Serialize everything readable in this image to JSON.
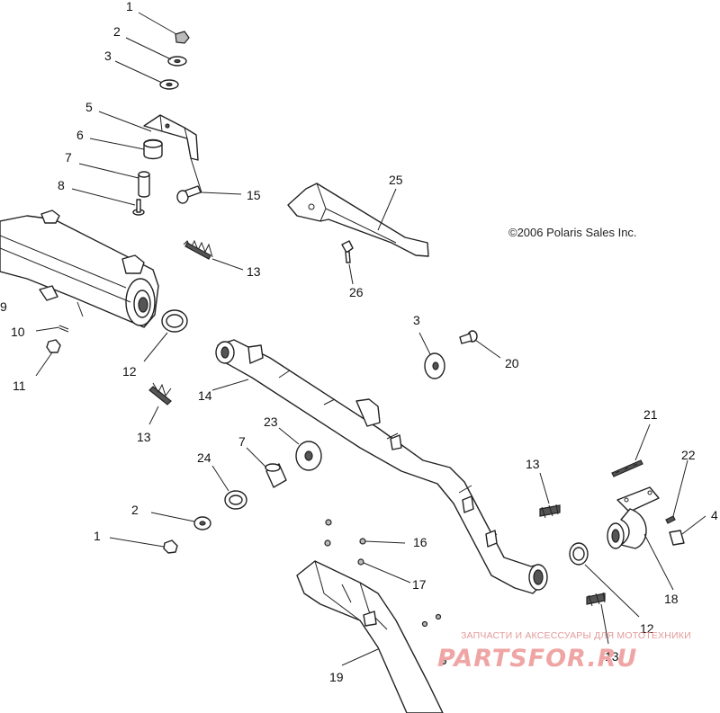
{
  "copyright": "©2006 Polaris Sales Inc.",
  "watermark": {
    "tagline": "ЗАПЧАСТИ И АКСЕССУАРЫ ДЛЯ МОТОТЕХНИКИ",
    "brand": "PARTSFOR.RU"
  },
  "callouts": {
    "c1a": "1",
    "c2a": "2",
    "c3a": "3",
    "c5": "5",
    "c6": "6",
    "c7a": "7",
    "c8": "8",
    "c15": "15",
    "c25": "25",
    "c9": "9",
    "c13a": "13",
    "c26": "26",
    "c10": "10",
    "c12a": "12",
    "c11": "11",
    "c3b": "3",
    "c20": "20",
    "c14": "14",
    "c13b": "13",
    "c23": "23",
    "c24": "24",
    "c7b": "7",
    "c21": "21",
    "c22": "22",
    "c13c": "13",
    "c2b": "2",
    "c4": "4",
    "c1b": "1",
    "c16": "16",
    "c17": "17",
    "c18": "18",
    "c12b": "12",
    "c13d": "13",
    "c19": "19"
  }
}
